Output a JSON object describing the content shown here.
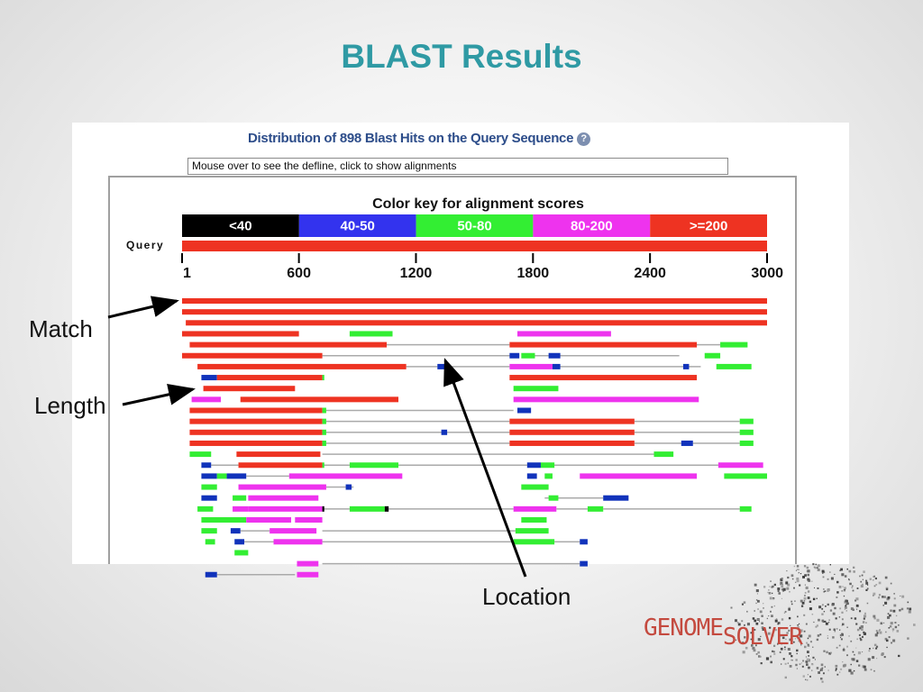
{
  "slide": {
    "title": "BLAST Results"
  },
  "panel": {
    "title": "Distribution of 898 Blast Hits on the Query Sequence",
    "help_icon": "?",
    "defline_text": "Mouse over to see the defline, click to show alignments"
  },
  "color_key": {
    "title": "Color key for alignment scores",
    "segments": [
      {
        "label": "<40",
        "color": "#000000"
      },
      {
        "label": "40-50",
        "color": "#3333ee"
      },
      {
        "label": "50-80",
        "color": "#33ee33"
      },
      {
        "label": "80-200",
        "color": "#ee33ee"
      },
      {
        "label": ">=200",
        "color": "#ee3322"
      }
    ]
  },
  "query": {
    "label": "Query",
    "ticks": [
      "1",
      "600",
      "1200",
      "1800",
      "2400",
      "3000"
    ]
  },
  "hit_colors": {
    "red": "#ee3322",
    "green": "#33ee33",
    "pink": "#ee33ee",
    "blue": "#1133bb",
    "black": "#000000",
    "gray": "#aaaaaa"
  },
  "hits": [
    {
      "gray": [],
      "segs": [
        [
          1,
          3000,
          "red"
        ]
      ]
    },
    {
      "gray": [],
      "segs": [
        [
          1,
          3000,
          "red"
        ]
      ]
    },
    {
      "gray": [],
      "segs": [
        [
          20,
          3000,
          "red"
        ]
      ]
    },
    {
      "gray": [],
      "segs": [
        [
          1,
          600,
          "red"
        ],
        [
          860,
          1080,
          "green"
        ],
        [
          1720,
          2200,
          "pink"
        ]
      ]
    },
    {
      "gray": [
        [
          1050,
          1680
        ],
        [
          2600,
          2760
        ]
      ],
      "segs": [
        [
          40,
          1050,
          "red"
        ],
        [
          1680,
          2640,
          "red"
        ],
        [
          2760,
          2900,
          "green"
        ]
      ]
    },
    {
      "gray": [
        [
          720,
          1730
        ],
        [
          1800,
          2550
        ]
      ],
      "segs": [
        [
          1,
          720,
          "red"
        ],
        [
          1680,
          1730,
          "blue"
        ],
        [
          1740,
          1810,
          "green"
        ],
        [
          1880,
          1940,
          "blue"
        ],
        [
          2680,
          2760,
          "green"
        ]
      ]
    },
    {
      "gray": [
        [
          1150,
          1310
        ],
        [
          1370,
          1680
        ],
        [
          1930,
          2660
        ]
      ],
      "segs": [
        [
          80,
          1150,
          "red"
        ],
        [
          1310,
          1370,
          "blue"
        ],
        [
          1680,
          1900,
          "pink"
        ],
        [
          1900,
          1940,
          "blue"
        ],
        [
          2570,
          2600,
          "blue"
        ],
        [
          2740,
          2920,
          "green"
        ]
      ]
    },
    {
      "gray": [],
      "segs": [
        [
          100,
          180,
          "blue"
        ],
        [
          180,
          720,
          "red"
        ],
        [
          720,
          730,
          "green"
        ],
        [
          1680,
          2640,
          "red"
        ]
      ]
    },
    {
      "gray": [],
      "segs": [
        [
          110,
          580,
          "red"
        ],
        [
          1700,
          1930,
          "green"
        ]
      ]
    },
    {
      "gray": [],
      "segs": [
        [
          50,
          200,
          "pink"
        ],
        [
          300,
          1110,
          "red"
        ],
        [
          1700,
          2650,
          "pink"
        ]
      ]
    },
    {
      "gray": [
        [
          740,
          1700
        ]
      ],
      "segs": [
        [
          40,
          720,
          "red"
        ],
        [
          720,
          740,
          "green"
        ],
        [
          1720,
          1790,
          "blue"
        ]
      ]
    },
    {
      "gray": [
        [
          740,
          1680
        ],
        [
          2320,
          2860
        ]
      ],
      "segs": [
        [
          40,
          720,
          "red"
        ],
        [
          720,
          740,
          "green"
        ],
        [
          1680,
          2320,
          "red"
        ],
        [
          2860,
          2930,
          "green"
        ]
      ]
    },
    {
      "gray": [
        [
          740,
          1680
        ],
        [
          2320,
          2860
        ]
      ],
      "segs": [
        [
          40,
          720,
          "red"
        ],
        [
          720,
          740,
          "green"
        ],
        [
          1330,
          1360,
          "blue"
        ],
        [
          1680,
          2320,
          "red"
        ],
        [
          2860,
          2930,
          "green"
        ]
      ]
    },
    {
      "gray": [
        [
          740,
          1680
        ],
        [
          2320,
          2560
        ],
        [
          2620,
          2860
        ]
      ],
      "segs": [
        [
          40,
          720,
          "red"
        ],
        [
          720,
          740,
          "green"
        ],
        [
          1680,
          2320,
          "red"
        ],
        [
          2560,
          2620,
          "blue"
        ],
        [
          2860,
          2930,
          "green"
        ]
      ]
    },
    {
      "gray": [
        [
          720,
          2420
        ]
      ],
      "segs": [
        [
          40,
          150,
          "green"
        ],
        [
          280,
          710,
          "red"
        ],
        [
          2420,
          2520,
          "green"
        ]
      ]
    },
    {
      "gray": [
        [
          150,
          290
        ],
        [
          720,
          860
        ],
        [
          1110,
          1770
        ],
        [
          1840,
          2750
        ]
      ],
      "segs": [
        [
          100,
          150,
          "blue"
        ],
        [
          290,
          720,
          "red"
        ],
        [
          720,
          730,
          "green"
        ],
        [
          860,
          1110,
          "green"
        ],
        [
          1770,
          1840,
          "blue"
        ],
        [
          1840,
          1910,
          "green"
        ],
        [
          2750,
          2980,
          "pink"
        ]
      ]
    },
    {
      "gray": [
        [
          330,
          550
        ]
      ],
      "segs": [
        [
          100,
          180,
          "blue"
        ],
        [
          180,
          230,
          "green"
        ],
        [
          230,
          330,
          "blue"
        ],
        [
          550,
          1130,
          "pink"
        ],
        [
          1770,
          1820,
          "blue"
        ],
        [
          1860,
          1900,
          "green"
        ],
        [
          2040,
          2640,
          "pink"
        ],
        [
          2780,
          3000,
          "green"
        ]
      ]
    },
    {
      "gray": [
        [
          740,
          840
        ],
        [
          860,
          880
        ]
      ],
      "segs": [
        [
          100,
          180,
          "green"
        ],
        [
          290,
          740,
          "pink"
        ],
        [
          840,
          870,
          "blue"
        ],
        [
          1740,
          1880,
          "green"
        ]
      ]
    },
    {
      "gray": [
        [
          1860,
          2160
        ]
      ],
      "segs": [
        [
          100,
          180,
          "blue"
        ],
        [
          260,
          330,
          "green"
        ],
        [
          340,
          700,
          "pink"
        ],
        [
          1880,
          1930,
          "green"
        ],
        [
          2160,
          2290,
          "blue"
        ]
      ]
    },
    {
      "gray": [
        [
          720,
          860
        ],
        [
          1060,
          1700
        ],
        [
          1920,
          2080
        ],
        [
          2160,
          2860
        ]
      ],
      "segs": [
        [
          80,
          160,
          "green"
        ],
        [
          260,
          340,
          "pink"
        ],
        [
          340,
          720,
          "pink"
        ],
        [
          720,
          730,
          "black"
        ],
        [
          860,
          1040,
          "green"
        ],
        [
          1040,
          1060,
          "black"
        ],
        [
          1700,
          1920,
          "pink"
        ],
        [
          2080,
          2160,
          "green"
        ],
        [
          2860,
          2920,
          "green"
        ]
      ]
    },
    {
      "gray": [],
      "segs": [
        [
          100,
          330,
          "green"
        ],
        [
          330,
          560,
          "pink"
        ],
        [
          580,
          720,
          "pink"
        ],
        [
          1740,
          1870,
          "green"
        ]
      ]
    },
    {
      "gray": [
        [
          300,
          450
        ],
        [
          720,
          1710
        ]
      ],
      "segs": [
        [
          100,
          180,
          "green"
        ],
        [
          250,
          300,
          "blue"
        ],
        [
          450,
          690,
          "pink"
        ],
        [
          1710,
          1880,
          "green"
        ]
      ]
    },
    {
      "gray": [
        [
          320,
          470
        ],
        [
          720,
          1700
        ],
        [
          1910,
          2040
        ]
      ],
      "segs": [
        [
          120,
          170,
          "green"
        ],
        [
          270,
          320,
          "blue"
        ],
        [
          470,
          720,
          "pink"
        ],
        [
          1700,
          1910,
          "green"
        ],
        [
          2040,
          2080,
          "blue"
        ]
      ]
    },
    {
      "gray": [],
      "segs": [
        [
          270,
          340,
          "green"
        ]
      ]
    },
    {
      "gray": [
        [
          720,
          2040
        ]
      ],
      "segs": [
        [
          590,
          700,
          "pink"
        ],
        [
          2040,
          2080,
          "blue"
        ]
      ]
    },
    {
      "gray": [
        [
          180,
          580
        ]
      ],
      "segs": [
        [
          120,
          180,
          "blue"
        ],
        [
          590,
          700,
          "pink"
        ]
      ]
    }
  ],
  "annotations": {
    "match": "Match",
    "length": "Length",
    "location": "Location"
  },
  "logo": {
    "part1": "GENOME",
    "part2": "SOLVER"
  }
}
